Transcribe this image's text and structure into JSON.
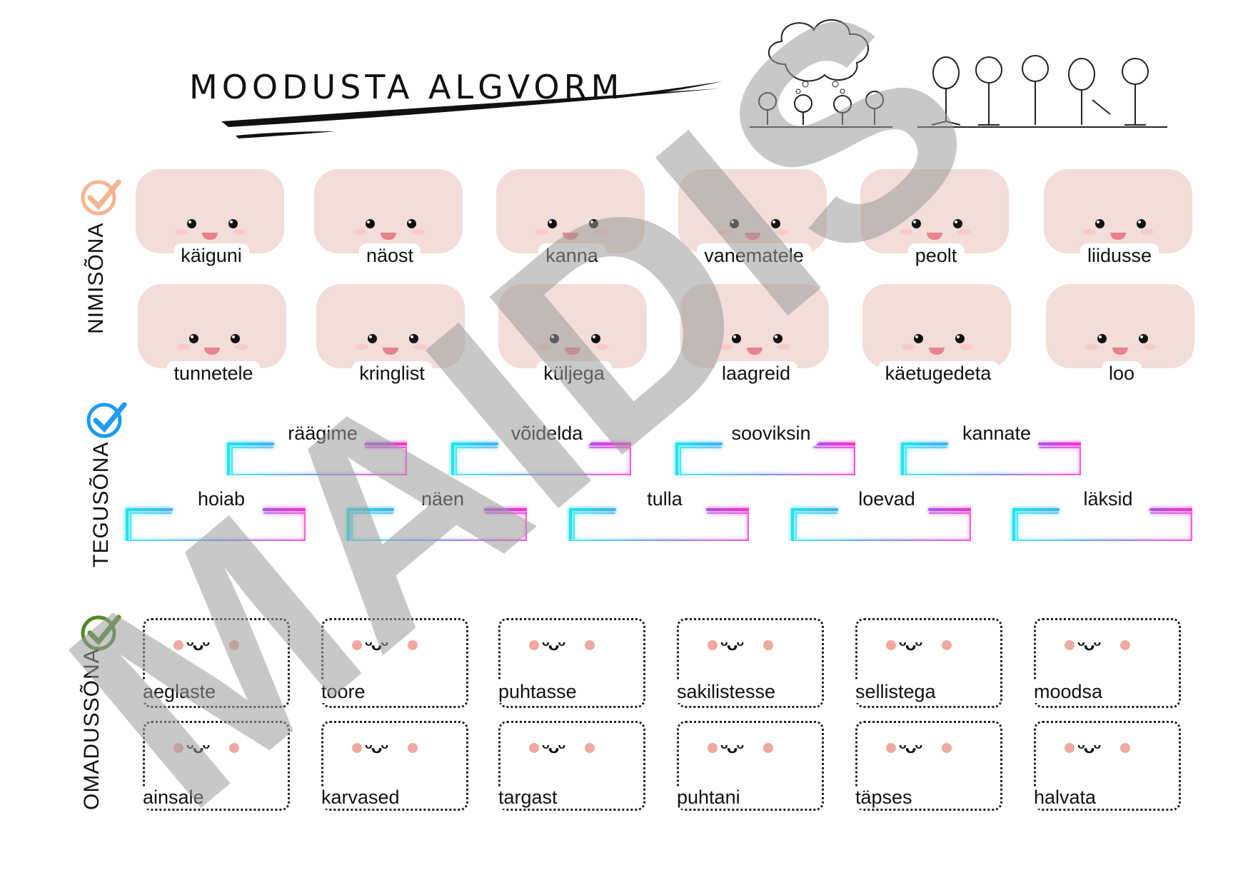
{
  "title": "MOODUSTA ALGVORM",
  "sections": {
    "nimisona": {
      "label": "NIMISÕNA",
      "accent": "#f6b48f",
      "words": [
        "käiguni",
        "näost",
        "kanna",
        "vanematele",
        "peolt",
        "liidusse",
        "tunnetele",
        "kringlist",
        "küljega",
        "laagreid",
        "käetugedeta",
        "loo"
      ]
    },
    "tegusona": {
      "label": "TEGUSÕNA",
      "accent": "#1e9cf0",
      "words": [
        "räägime",
        "võidelda",
        "sooviksin",
        "kannate",
        "hoiab",
        "näen",
        "tulla",
        "loevad",
        "läksid"
      ]
    },
    "omadussona": {
      "label": "OMADUSSÕNA",
      "accent": "#4f8a2b",
      "words": [
        "aeglaste",
        "toore",
        "puhtasse",
        "sakilistesse",
        "sellistega",
        "moodsa",
        "ainsale",
        "karvased",
        "targast",
        "puhtani",
        "täpses",
        "halvata"
      ]
    }
  },
  "watermark": {
    "text": "MAIDIS",
    "color": "#9a9a9a"
  },
  "icons": [
    "thought-bubble-illustration",
    "people-group-illustration",
    "check-icon"
  ]
}
